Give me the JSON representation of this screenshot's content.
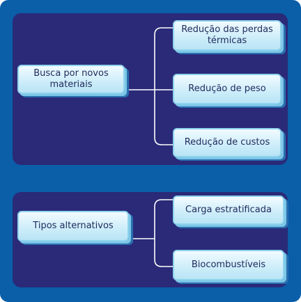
{
  "colors": {
    "frame": "#0b5ea8",
    "panel": "#2a2a78",
    "node_fill": "#cfeefa",
    "node_border": "#8fd3ee",
    "node_text": "#1f2a5c",
    "connector": "#ffffff"
  },
  "groups": [
    {
      "root": "Busca por novos materiais",
      "children": [
        "Redução das perdas térmicas",
        "Redução de peso",
        "Redução de custos"
      ]
    },
    {
      "root": "Tipos alternativos",
      "children": [
        "Carga estratificada",
        "Biocombustíveis"
      ]
    }
  ]
}
